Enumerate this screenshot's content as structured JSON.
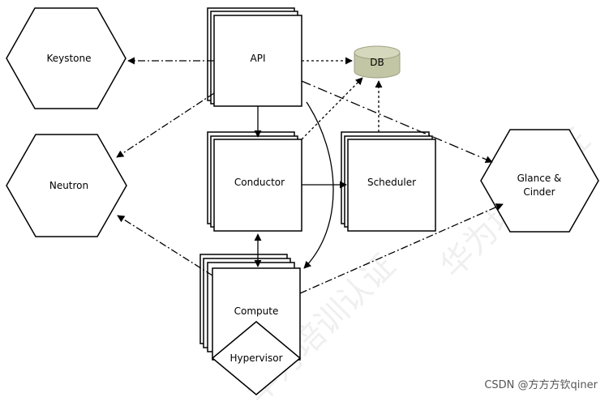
{
  "nodes": {
    "keystone": "Keystone",
    "neutron": "Neutron",
    "api": "API",
    "db": "DB",
    "conductor": "Conductor",
    "scheduler": "Scheduler",
    "glance": [
      "Glance &",
      "Cinder"
    ],
    "compute": "Compute",
    "hypervisor": "Hypervisor"
  },
  "watermark": "华为培训认证",
  "credit": "CSDN @方方方钦qiner",
  "colors": {
    "line": "#000000",
    "db_fill": "#c3c6a4",
    "db_top": "#d6d8bd",
    "watermark": "#000000"
  }
}
